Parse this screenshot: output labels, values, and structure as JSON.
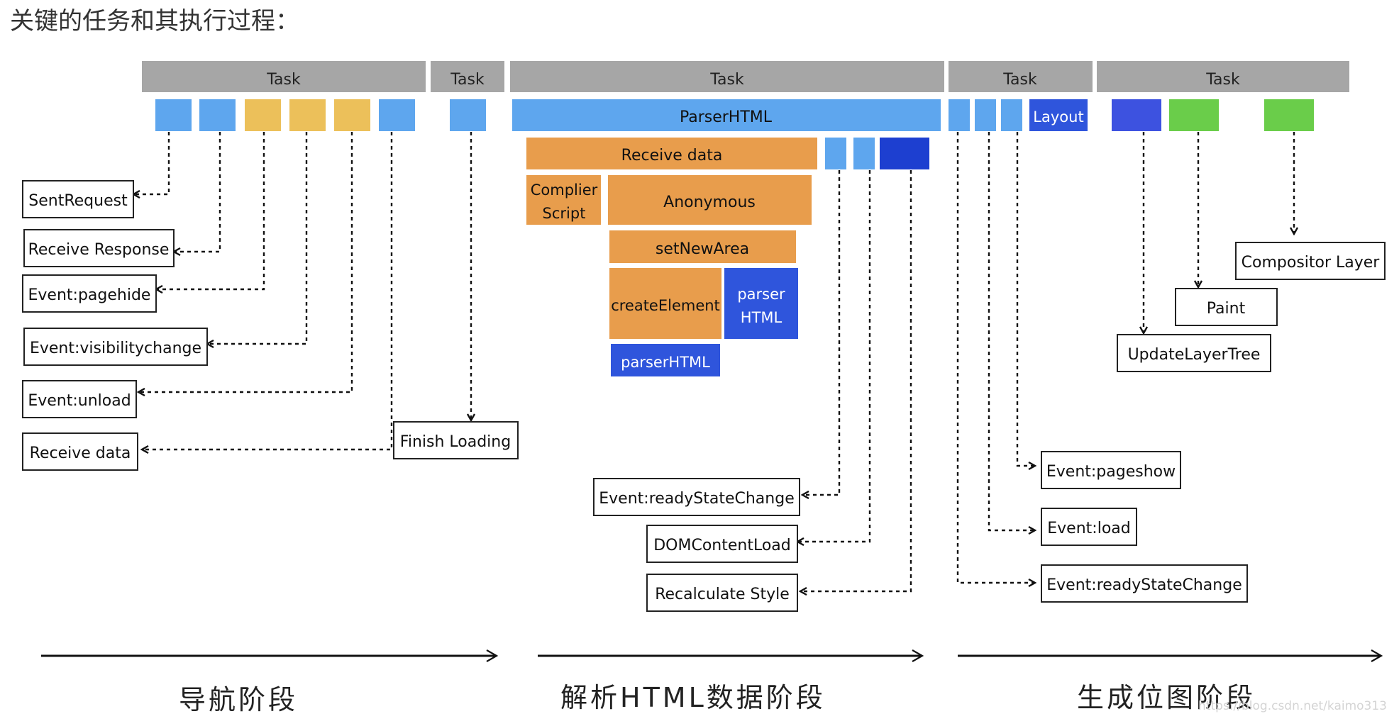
{
  "heading": "关键的任务和其执行过程：",
  "colors": {
    "task_bar": "#a6a6a6",
    "light_blue": "#5ea6ee",
    "yellow": "#ecc05a",
    "orange": "#e89d4c",
    "dark_blue": "#2f55dc",
    "navy": "#1d3fd0",
    "royal_blue": "#3d52e0",
    "green": "#6acd4a"
  },
  "tasks": [
    "Task",
    "Task",
    "Task",
    "Task",
    "Task"
  ],
  "blocks": {
    "parser_html_bar": "ParserHTML",
    "receive_data_bar": "Receive data",
    "complier_script": [
      "Complier",
      "Script"
    ],
    "anonymous": "Anonymous",
    "set_new_area": "setNewArea",
    "create_element": "createElement",
    "parser_html_small": [
      "parser",
      "HTML"
    ],
    "parser_html_bottom": "parserHTML",
    "layout": "Layout"
  },
  "events_navigation": [
    "SentRequest",
    "Receive Response",
    "Event:pagehide",
    "Event:visibilitychange",
    "Event:unload",
    "Receive data"
  ],
  "finish_loading": "Finish Loading",
  "events_parse": [
    "Event:readyStateChange",
    "DOMContentLoad",
    "Recalculate Style"
  ],
  "events_load": [
    "Event:pageshow",
    "Event:load",
    "Event:readyStateChange"
  ],
  "render_steps": {
    "compositor_layer": "Compositor Layer",
    "paint": "Paint",
    "update_layer_tree": "UpdateLayerTree"
  },
  "phases": [
    "导航阶段",
    "解析HTML数据阶段",
    "生成位图阶段"
  ],
  "watermark": "https://blog.csdn.net/kaimo313"
}
